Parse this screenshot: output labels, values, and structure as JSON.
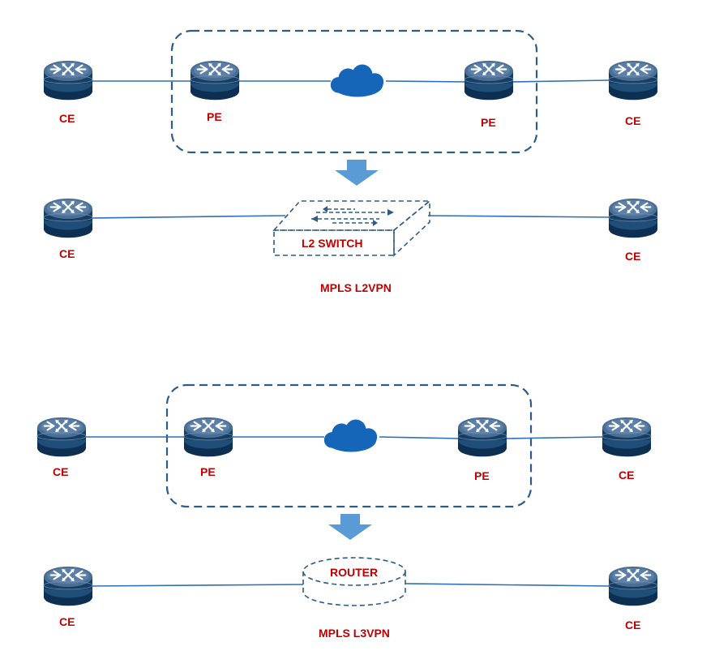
{
  "l2": {
    "ce_left_top": "CE",
    "pe_left": "PE",
    "pe_right": "PE",
    "ce_right_top": "CE",
    "ce_left_bottom": "CE",
    "ce_right_bottom": "CE",
    "switch_label": "L2 SWITCH",
    "caption": "MPLS L2VPN"
  },
  "l3": {
    "ce_left_top": "CE",
    "pe_left": "PE",
    "pe_right": "PE",
    "ce_right_top": "CE",
    "ce_left_bottom": "CE",
    "ce_right_bottom": "CE",
    "router_label": "ROUTER",
    "caption": "MPLS L3VPN"
  },
  "colors": {
    "device": "#1f4e79",
    "link": "#2e6fb5",
    "cloud": "#1565b8",
    "arrow": "#5b9bd5",
    "label": "#c00000"
  },
  "icons": [
    "router-icon",
    "cloud-icon",
    "down-arrow-icon",
    "switch-outline-icon",
    "router-outline-icon"
  ]
}
